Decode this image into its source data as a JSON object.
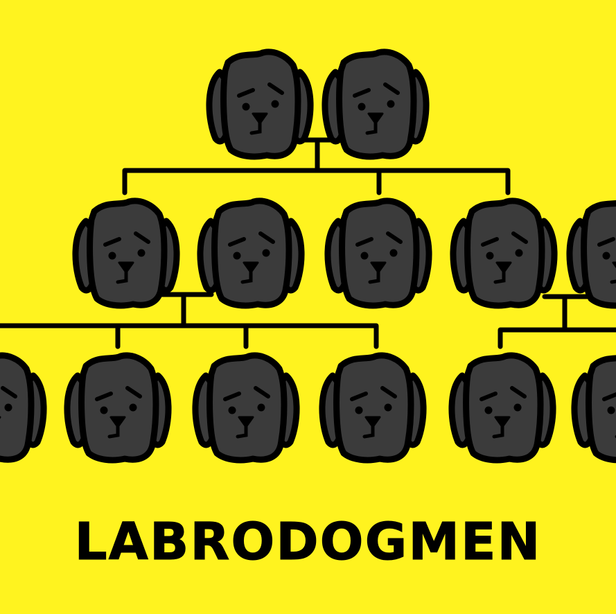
{
  "caption": "LABRODOGMEN",
  "colors": {
    "background": "#fff31f",
    "head_fill": "#3b3b3b",
    "outline": "#000000",
    "caption": "#000000"
  },
  "icon": "worried-labrador-head-icon",
  "family_tree": {
    "generations": [
      {
        "name": "parents",
        "head_count": 2
      },
      {
        "name": "children",
        "head_count": 5
      },
      {
        "name": "grandchildren",
        "head_count": 6
      }
    ]
  }
}
